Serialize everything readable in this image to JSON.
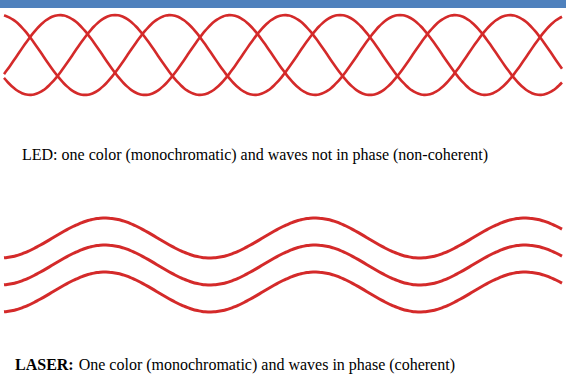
{
  "diagram": {
    "labels": [
      "LED: one color (monochromatic) and waves not in phase (non-coherent)",
      "LASER:",
      "One color (monochromatic) and waves in phase (coherent)"
    ]
  }
}
